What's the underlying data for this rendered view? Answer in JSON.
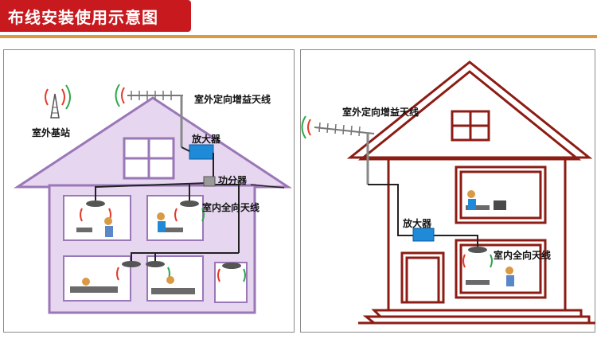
{
  "header": {
    "title": "布线安装使用示意图"
  },
  "left_scene": {
    "labels": {
      "outdoor_base_station": "室外基站",
      "outdoor_directional_antenna": "室外定向增益天线",
      "amplifier": "放大器",
      "power_splitter": "功分器",
      "indoor_omni_antenna": "室内全向天线"
    }
  },
  "right_scene": {
    "labels": {
      "outdoor_directional_antenna": "室外定向增益天线",
      "amplifier": "放大器",
      "indoor_omni_antenna": "室内全向天线"
    }
  },
  "colors": {
    "title_bar": "#c8191e",
    "accent_line": "#d99a45",
    "left_house_fill": "#e6d6f0",
    "left_house_stroke": "#9a77b6",
    "right_house_stroke": "#8c1c14",
    "amplifier": "#1f8ad8",
    "cable": "#222222",
    "signal_red": "#e23b2a",
    "signal_green": "#2ea84a"
  }
}
